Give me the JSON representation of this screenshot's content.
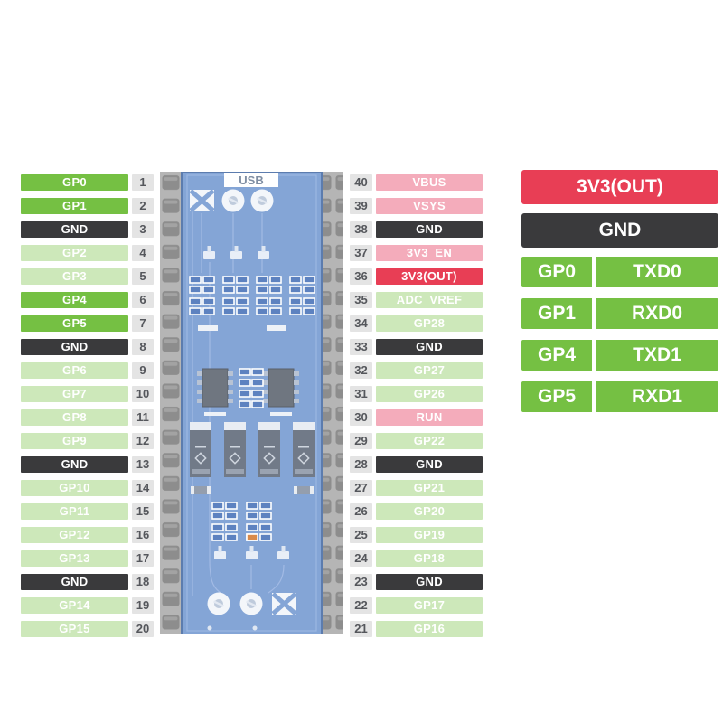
{
  "pcb": {
    "usb_label": "USB"
  },
  "left_column": {
    "pins": [
      {
        "label": "GP0",
        "number": "1",
        "type": "gpio-on"
      },
      {
        "label": "GP1",
        "number": "2",
        "type": "gpio-on"
      },
      {
        "label": "GND",
        "number": "3",
        "type": "ground"
      },
      {
        "label": "GP2",
        "number": "4",
        "type": "gpio-off"
      },
      {
        "label": "GP3",
        "number": "5",
        "type": "gpio-off"
      },
      {
        "label": "GP4",
        "number": "6",
        "type": "gpio-on"
      },
      {
        "label": "GP5",
        "number": "7",
        "type": "gpio-on"
      },
      {
        "label": "GND",
        "number": "8",
        "type": "ground"
      },
      {
        "label": "GP6",
        "number": "9",
        "type": "gpio-off"
      },
      {
        "label": "GP7",
        "number": "10",
        "type": "gpio-off"
      },
      {
        "label": "GP8",
        "number": "11",
        "type": "gpio-off"
      },
      {
        "label": "GP9",
        "number": "12",
        "type": "gpio-off"
      },
      {
        "label": "GND",
        "number": "13",
        "type": "ground"
      },
      {
        "label": "GP10",
        "number": "14",
        "type": "gpio-off"
      },
      {
        "label": "GP11",
        "number": "15",
        "type": "gpio-off"
      },
      {
        "label": "GP12",
        "number": "16",
        "type": "gpio-off"
      },
      {
        "label": "GP13",
        "number": "17",
        "type": "gpio-off"
      },
      {
        "label": "GND",
        "number": "18",
        "type": "ground"
      },
      {
        "label": "GP14",
        "number": "19",
        "type": "gpio-off"
      },
      {
        "label": "GP15",
        "number": "20",
        "type": "gpio-off"
      }
    ]
  },
  "right_column": {
    "pins": [
      {
        "number": "40",
        "label": "VBUS",
        "type": "power"
      },
      {
        "number": "39",
        "label": "VSYS",
        "type": "power"
      },
      {
        "number": "38",
        "label": "GND",
        "type": "ground"
      },
      {
        "number": "37",
        "label": "3V3_EN",
        "type": "power"
      },
      {
        "number": "36",
        "label": "3V3(OUT)",
        "type": "power-out"
      },
      {
        "number": "35",
        "label": "ADC_VREF",
        "type": "gpio-off"
      },
      {
        "number": "34",
        "label": "GP28",
        "type": "gpio-off"
      },
      {
        "number": "33",
        "label": "GND",
        "type": "ground"
      },
      {
        "number": "32",
        "label": "GP27",
        "type": "gpio-off"
      },
      {
        "number": "31",
        "label": "GP26",
        "type": "gpio-off"
      },
      {
        "number": "30",
        "label": "RUN",
        "type": "power"
      },
      {
        "number": "29",
        "label": "GP22",
        "type": "gpio-off"
      },
      {
        "number": "28",
        "label": "GND",
        "type": "ground"
      },
      {
        "number": "27",
        "label": "GP21",
        "type": "gpio-off"
      },
      {
        "number": "26",
        "label": "GP20",
        "type": "gpio-off"
      },
      {
        "number": "25",
        "label": "GP19",
        "type": "gpio-off"
      },
      {
        "number": "24",
        "label": "GP18",
        "type": "gpio-off"
      },
      {
        "number": "23",
        "label": "GND",
        "type": "ground"
      },
      {
        "number": "22",
        "label": "GP17",
        "type": "gpio-off"
      },
      {
        "number": "21",
        "label": "GP16",
        "type": "gpio-off"
      }
    ]
  },
  "legend": {
    "banners": [
      {
        "label": "3V3(OUT)",
        "type": "power-out"
      },
      {
        "label": "GND",
        "type": "ground"
      }
    ],
    "uart_map": [
      {
        "pin": "GP0",
        "function": "TXD0"
      },
      {
        "pin": "GP1",
        "function": "RXD0"
      },
      {
        "pin": "GP4",
        "function": "TXD1"
      },
      {
        "pin": "GP5",
        "function": "RXD1"
      }
    ]
  },
  "colors": {
    "gpio_on": "#75c043",
    "gpio_off": "#cde8ba",
    "ground": "#3a3a3c",
    "power": "#f4acbb",
    "power_out": "#e83e55",
    "pin_num_bg": "#e4e4e4",
    "pin_num_text": "#55575c",
    "pcb_blue": "#84a5d6",
    "pcb_strip": "#b5b5b5"
  }
}
